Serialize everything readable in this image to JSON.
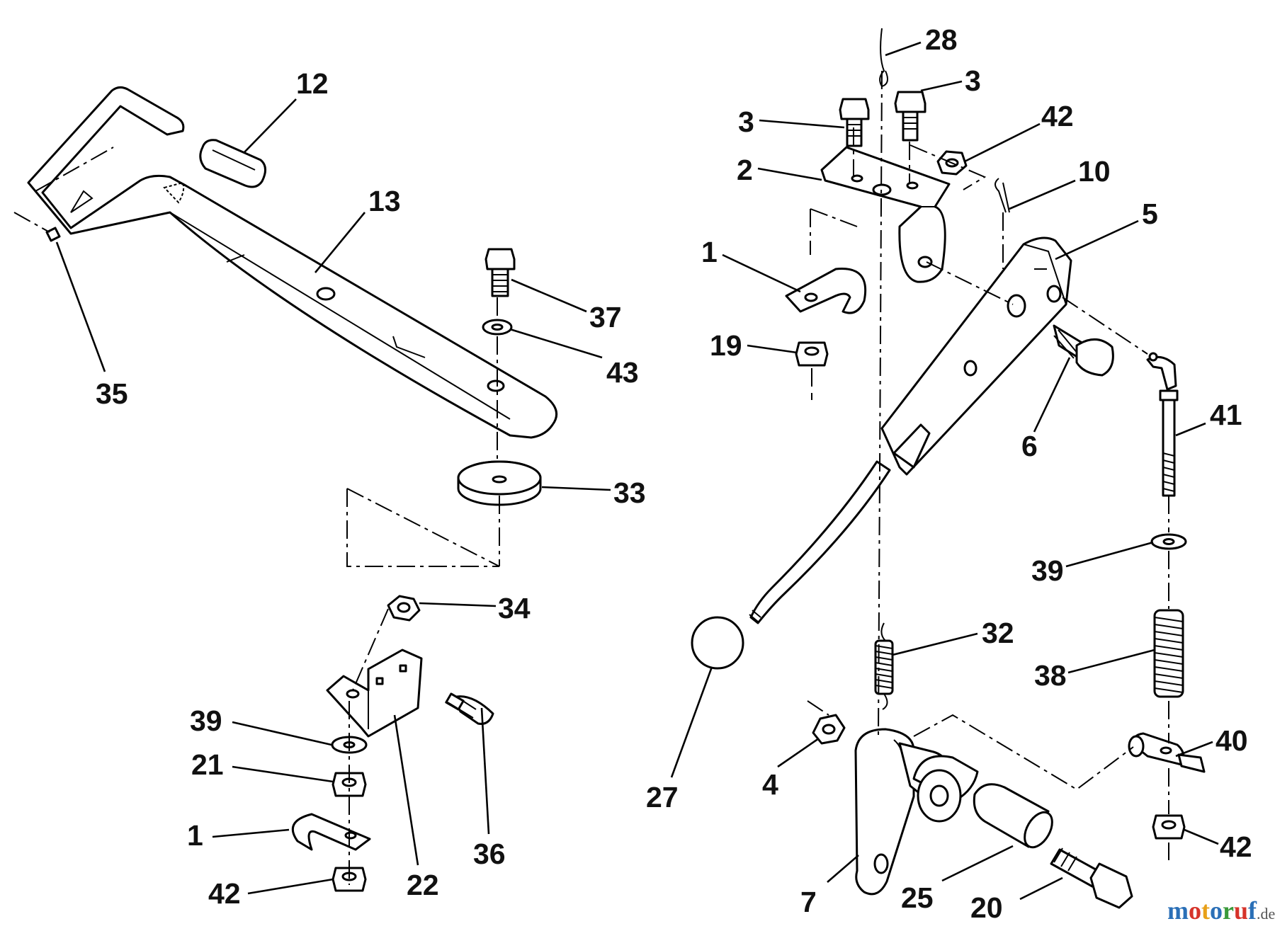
{
  "callouts": [
    {
      "id": "c1a",
      "text": "12"
    },
    {
      "id": "c2",
      "text": "13"
    },
    {
      "id": "c3",
      "text": "35"
    },
    {
      "id": "c4",
      "text": "37"
    },
    {
      "id": "c5",
      "text": "43"
    },
    {
      "id": "c6",
      "text": "33"
    },
    {
      "id": "c7",
      "text": "34"
    },
    {
      "id": "c8",
      "text": "39"
    },
    {
      "id": "c9",
      "text": "21"
    },
    {
      "id": "c10",
      "text": "1"
    },
    {
      "id": "c11",
      "text": "42"
    },
    {
      "id": "c12",
      "text": "22"
    },
    {
      "id": "c13",
      "text": "36"
    },
    {
      "id": "c14",
      "text": "28"
    },
    {
      "id": "c15",
      "text": "3"
    },
    {
      "id": "c16",
      "text": "3"
    },
    {
      "id": "c17",
      "text": "42"
    },
    {
      "id": "c18",
      "text": "2"
    },
    {
      "id": "c19",
      "text": "10"
    },
    {
      "id": "c20",
      "text": "5"
    },
    {
      "id": "c21",
      "text": "1"
    },
    {
      "id": "c22",
      "text": "19"
    },
    {
      "id": "c23",
      "text": "6"
    },
    {
      "id": "c24",
      "text": "41"
    },
    {
      "id": "c25",
      "text": "39"
    },
    {
      "id": "c26",
      "text": "32"
    },
    {
      "id": "c27",
      "text": "38"
    },
    {
      "id": "c28",
      "text": "27"
    },
    {
      "id": "c29",
      "text": "4"
    },
    {
      "id": "c30",
      "text": "40"
    },
    {
      "id": "c31",
      "text": "42"
    },
    {
      "id": "c32",
      "text": "7"
    },
    {
      "id": "c33",
      "text": "25"
    },
    {
      "id": "c34",
      "text": "20"
    }
  ],
  "watermark": {
    "main": "motoruf",
    "suffix": ".de",
    "colors": {
      "m": "#2a6fb7",
      "o1": "#d6332a",
      "t": "#e8a019",
      "o2": "#2a6fb7",
      "r": "#3a9a3a",
      "u": "#d6332a",
      "f": "#2a6fb7",
      "suffix": "#555555"
    }
  }
}
